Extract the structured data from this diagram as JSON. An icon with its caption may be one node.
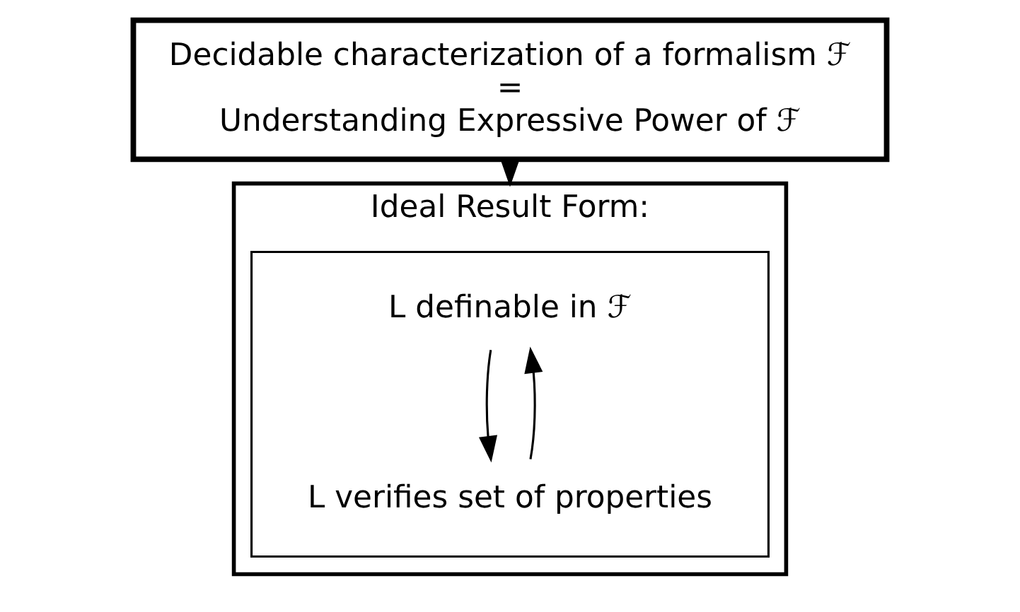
{
  "diagram": {
    "nodes": [
      {
        "text": [
          "Decidable characterization of a formalism ℱ",
          "=",
          "Understanding Expressive Power of ℱ"
        ]
      },
      {
        "text": [
          "Ideal Result Form:"
        ]
      },
      {
        "text": [],
        "shape": "box",
        "in": 1
      },
      {
        "text": [
          "L definable in ℱ"
        ],
        "in": 2
      },
      {
        "text": [
          "L verifies set of properties"
        ],
        "in": 2
      }
    ],
    "edges": [
      {
        "from": 0,
        "to": 1,
        "arrow": "to"
      },
      {
        "from": 4,
        "to": 3,
        "arrow": "to"
      },
      {
        "from": 3,
        "to": 4,
        "arrow": "to"
      }
    ]
  }
}
